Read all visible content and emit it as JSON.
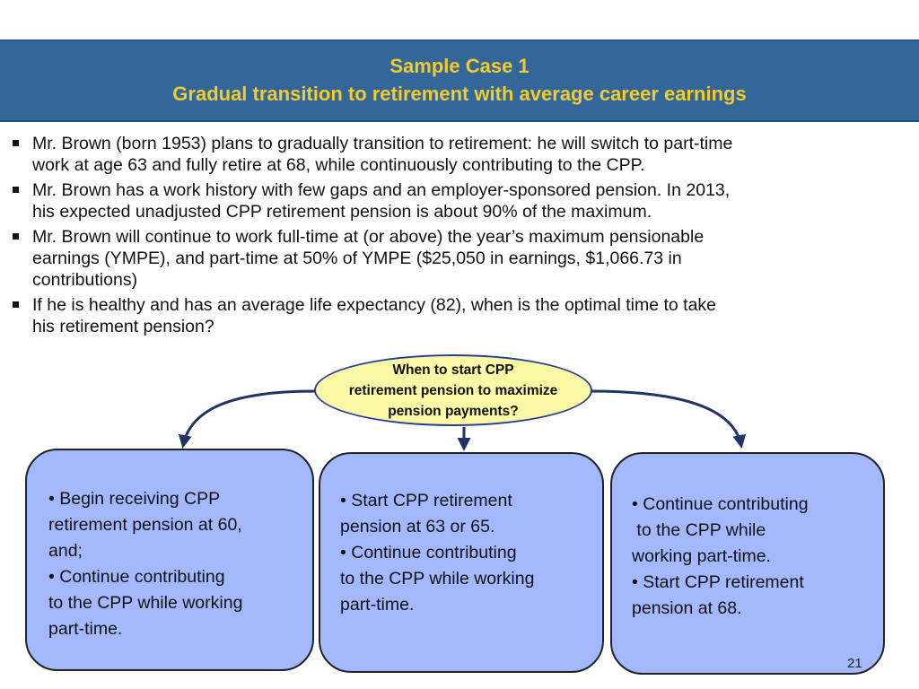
{
  "header": {
    "title_line1": "Sample Case 1",
    "title_line2": "Gradual transition to retirement with average career earnings"
  },
  "bullets": [
    {
      "lines": [
        "Mr. Brown (born 1953) plans to gradually transition to retirement: he will switch to part-time",
        "work at age 63 and fully retire at 68, while continuously contributing to the CPP."
      ]
    },
    {
      "lines": [
        "Mr. Brown has a work history with few gaps and an employer-sponsored pension. In 2013,",
        "his expected unadjusted CPP retirement pension is about 90% of the maximum."
      ]
    },
    {
      "lines": [
        "Mr. Brown will continue to work full-time at (or above) the year’s maximum pensionable",
        "earnings (YMPE), and part-time at 50% of YMPE ($25,050 in earnings, $1,066.73 in",
        "contributions)"
      ]
    },
    {
      "lines": [
        "If he is healthy and has an average life expectancy (82), when is the optimal time to take",
        "his retirement pension?"
      ]
    }
  ],
  "question": {
    "lines": [
      "When to start CPP",
      "retirement pension to maximize",
      "pension payments?"
    ]
  },
  "options": [
    {
      "lines": [
        "• Begin receiving CPP",
        "retirement pension at 60,",
        "and;",
        "• Continue contributing",
        "to the CPP while working",
        "part-time."
      ]
    },
    {
      "lines": [
        "• Start CPP retirement",
        "pension at 63 or 65.",
        "• Continue contributing",
        "to the CPP while working",
        "part-time."
      ]
    },
    {
      "lines": [
        "• Continue contributing",
        " to the CPP while",
        "working part-time.",
        "• Start CPP retirement",
        "pension at 68."
      ]
    }
  ],
  "page_number": "21",
  "colors": {
    "header_bg": "#336699",
    "title_text": "#f2cc2e",
    "ellipse_fill": "#fbf8a6",
    "option_fill": "#a3b8ff",
    "connector": "#1f3564"
  }
}
